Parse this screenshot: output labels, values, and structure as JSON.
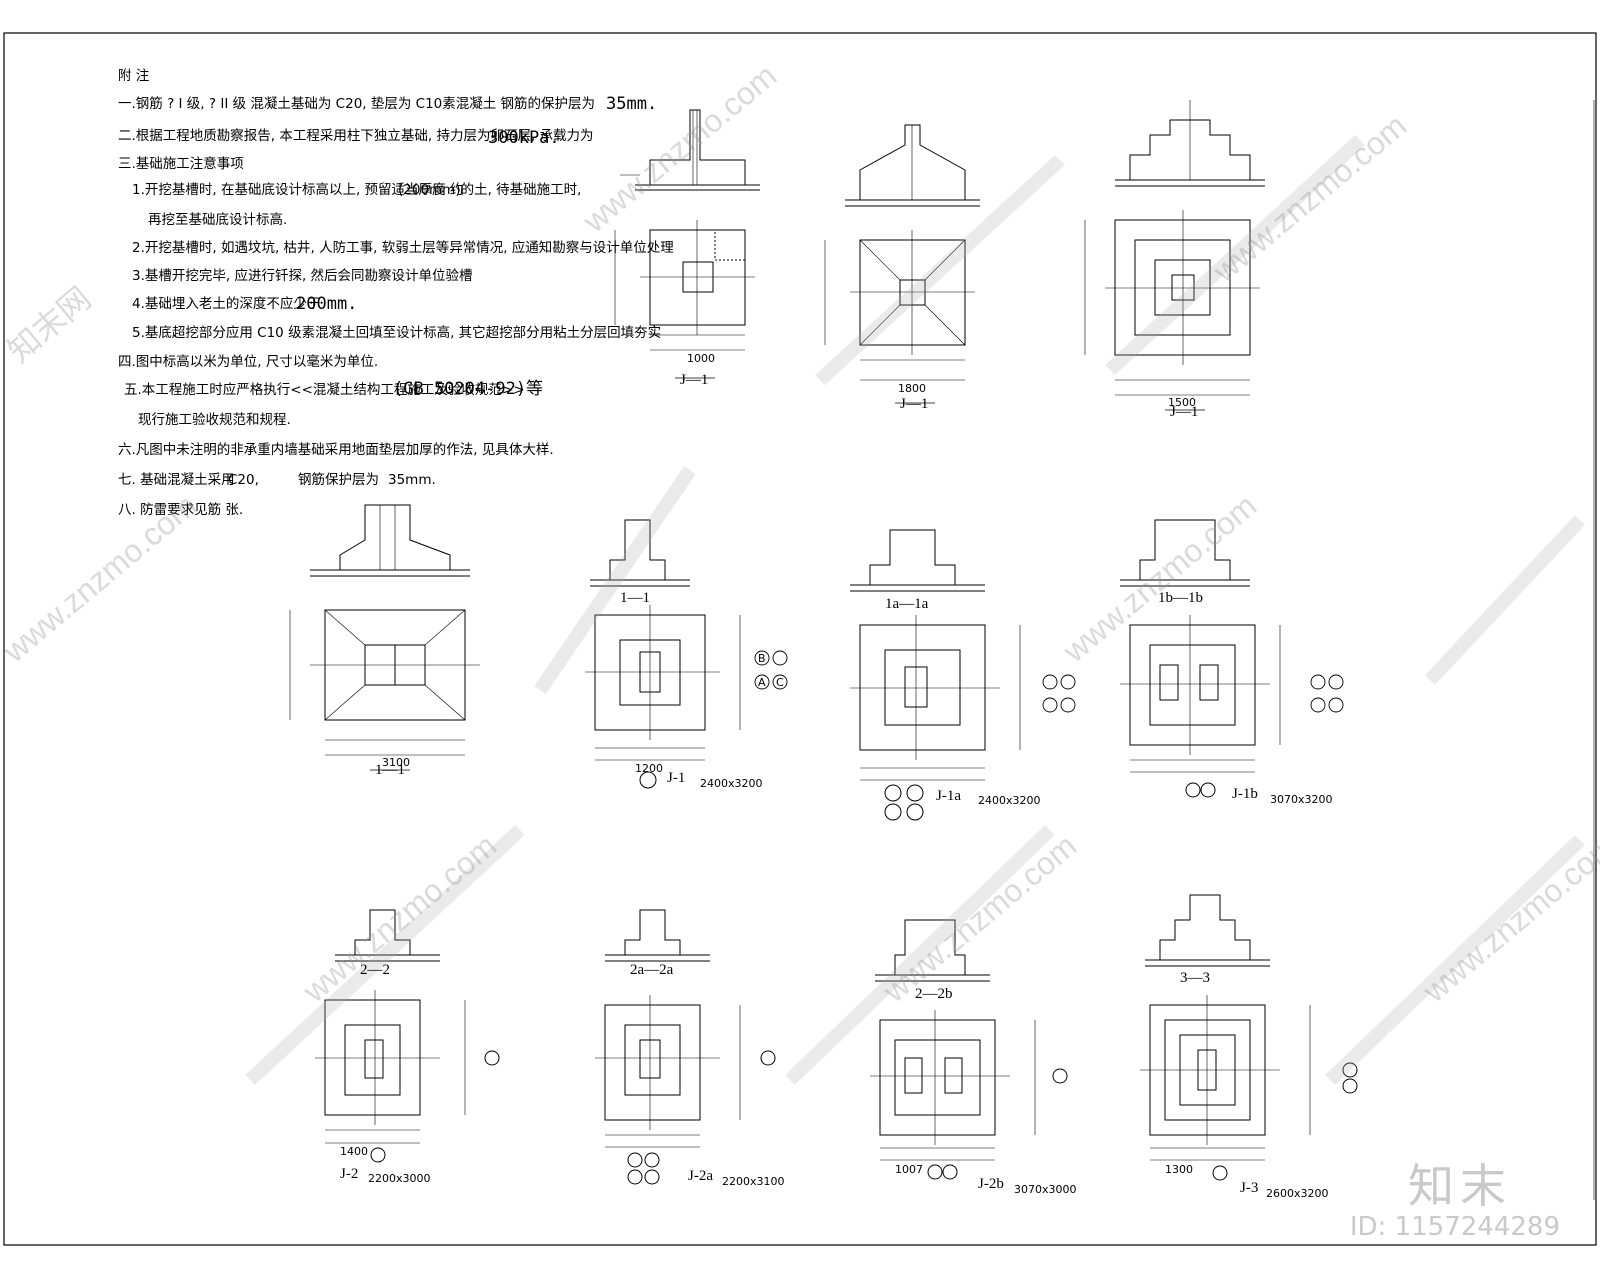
{
  "notes": {
    "heading": "附 注",
    "l1a": "一.钢筋 ? I 级, ? II 级 混凝土基础为 C20, 垫层为 C10素混凝土 钢筋的保护层为",
    "l1b": "35mm.",
    "l2a": "二.根据工程地质勘察报告, 本工程采用柱下独立基础, 持力层为卵石层, 承载力为",
    "l2b": "300kPa.",
    "l3": "三.基础施工注意事项",
    "l4a": "1.开挖基槽时, 在基础底设计标高以上, 预留适当厚度 约",
    "l4b": "(200mm)的土, 待基础施工时,",
    "l4c": "再挖至基础底设计标高.",
    "l5": "2.开挖基槽时, 如遇坟坑, 枯井, 人防工事, 软弱土层等异常情况, 应通知勘察与设计单位处理",
    "l6": "3.基槽开挖完毕, 应进行钎探, 然后会同勘察设计单位验槽",
    "l7a": "4.基础埋入老土的深度不应少于",
    "l7b": "200mm.",
    "l8": "5.基底超挖部分应用 C10 级素混凝土回填至设计标高, 其它超挖部分用粘土分层回填夯实",
    "l9": "四.图中标高以米为单位, 尺寸以毫米为单位.",
    "l10a": "五.本工程施工时应严格执行<<混凝土结构工程施工及验收规范>>",
    "l10b": "(GB 50204-92)等",
    "l11": "现行施工验收规范和规程.",
    "l12": "六.凡图中未注明的非承重内墙基础采用地面垫层加厚的作法, 见具体大样.",
    "l13a": "七.  基础混凝土采用",
    "l13b": "C20,",
    "l13c": "钢筋保护层为",
    "l13d": "35mm.",
    "l14": "八.  防雷要求见筋    张."
  },
  "labels": {
    "j1_a": "J—1",
    "j1_b": "J—1",
    "j1_c": "J—1",
    "j1_d": "1—1",
    "j1_e": "J-1",
    "j1_e_size": "2400x3200",
    "j1a": "J-1a",
    "j1a_size": "2400x3200",
    "j1b": "J-1b",
    "j1b_size": "3070x3200",
    "j2": "J-2",
    "j2_size": "2200x3000",
    "j2a": "J-2a",
    "j2a_size": "2200x3100",
    "j2b": "J-2b",
    "j2b_size": "3070x3000",
    "j3": "J-3",
    "j3_size": "2600x3200",
    "s11": "1—1",
    "s1a": "1a—1a",
    "s1b": "1b—1b",
    "s22": "2—2",
    "s2a": "2a—2a",
    "s2b": "2—2b",
    "s33": "3—3",
    "d_1000": "1000",
    "d_1800": "1800",
    "d_1500": "1500",
    "d_3100": "3100",
    "d_1200": "1200",
    "d_1400": "1400",
    "d_1300": "1300",
    "d_1007": "1007"
  },
  "axis_tags": [
    "B",
    "A",
    "C"
  ],
  "watermark": {
    "site": "www.znzmo.com",
    "brand": "知末网",
    "logo": "知末",
    "id": "ID: 1157244289"
  },
  "colors": {
    "line": "#000000",
    "watermark": "#b0b0b0"
  }
}
